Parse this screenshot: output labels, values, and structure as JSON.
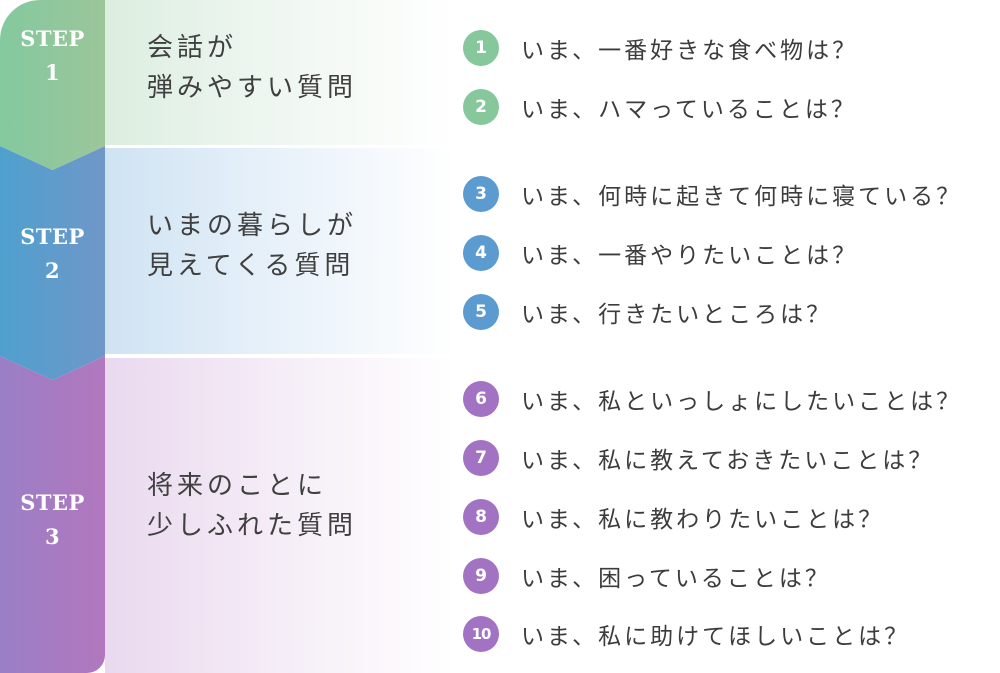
{
  "steps": [
    {
      "label": "STEP",
      "number": "1",
      "title_line1": "会話が",
      "title_line2": "弾みやすい質問",
      "color": "#86c79b",
      "questions": [
        {
          "num": "1",
          "text": "いま、一番好きな食べ物は？"
        },
        {
          "num": "2",
          "text": "いま、ハマっていることは？"
        }
      ]
    },
    {
      "label": "STEP",
      "number": "2",
      "title_line1": "いまの暮らしが",
      "title_line2": "見えてくる質問",
      "color": "#5b9bd0",
      "questions": [
        {
          "num": "3",
          "text": "いま、何時に起きて何時に寝ている？"
        },
        {
          "num": "4",
          "text": "いま、一番やりたいことは？"
        },
        {
          "num": "5",
          "text": "いま、行きたいところは？"
        }
      ]
    },
    {
      "label": "STEP",
      "number": "3",
      "title_line1": "将来のことに",
      "title_line2": "少しふれた質問",
      "color": "#a173c2",
      "questions": [
        {
          "num": "6",
          "text": "いま、私といっしょにしたいことは？"
        },
        {
          "num": "7",
          "text": "いま、私に教えておきたいことは？"
        },
        {
          "num": "8",
          "text": "いま、私に教わりたいことは？"
        },
        {
          "num": "9",
          "text": "いま、困っていることは？"
        },
        {
          "num": "10",
          "text": "いま、私に助けてほしいことは？"
        }
      ]
    }
  ]
}
